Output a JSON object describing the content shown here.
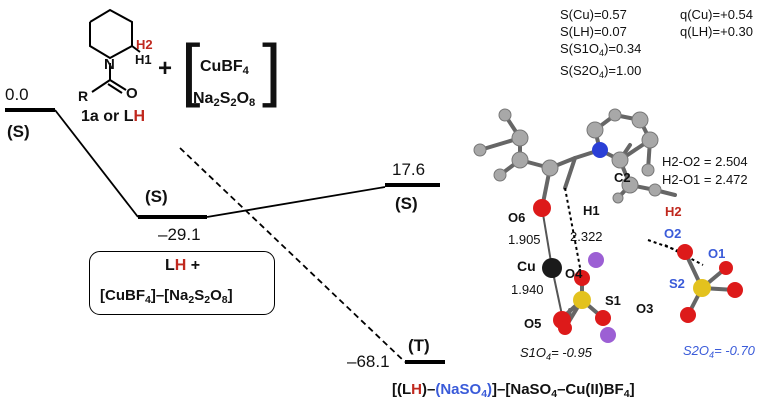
{
  "energy_levels": {
    "start_value": "0.0",
    "start_state": "(S)",
    "complex_value": "–29.1",
    "complex_state": "(S)",
    "ts_value": "17.6",
    "ts_state": "(S)",
    "product_value": "–68.1",
    "product_state": "(T)"
  },
  "reactants": {
    "h2_label": "H2",
    "h1_label": "H1",
    "n_label": "N",
    "o_label": "O",
    "r_label": "R",
    "compound_prefix": "1a or L",
    "compound_h": "H",
    "plus": "+",
    "bracket_left": "[",
    "bracket_right": "]",
    "cu_salt": "CuBF",
    "cu_salt_sub": "4",
    "na_salt_a": "Na",
    "na_salt_sub1": "2",
    "na_salt_b": "S",
    "na_salt_sub2": "2",
    "na_salt_c": "O",
    "na_salt_sub3": "8"
  },
  "complex_box": {
    "line1_l": "L",
    "line1_h": "H",
    "line1_plus": " +",
    "line2_a": "[CuBF",
    "line2_sub1": "4",
    "line2_b": "]–[Na",
    "line2_sub2": "2",
    "line2_c": "S",
    "line2_sub3": "2",
    "line2_d": "O",
    "line2_sub4": "8",
    "line2_e": "]"
  },
  "spin_data": {
    "s_cu": "S(Cu)=0.57",
    "s_lh": "S(LH)=0.07",
    "s_s1o4_a": "S(S1O",
    "s_s1o4_sub": "4",
    "s_s1o4_b": ")=0.34",
    "s_s2o4_a": "S(S2O",
    "s_s2o4_sub": "4",
    "s_s2o4_b": ")=1.00",
    "q_cu": "q(Cu)=+0.54",
    "q_lh": "q(LH)=+0.30"
  },
  "distances": {
    "h2_o2": "H2-O2 = 2.504",
    "h2_o1": "H2-O1 = 2.472",
    "cu_o6": "1.905",
    "h1_o4": "2.322",
    "cu_o5": "1.940"
  },
  "atom_labels": {
    "c2": "C2",
    "o6": "O6",
    "h1": "H1",
    "h2": "H2",
    "o2": "O2",
    "o1": "O1",
    "s2": "S2",
    "cu": "Cu",
    "o4": "O4",
    "s1": "S1",
    "o3": "O3",
    "o5": "O5"
  },
  "spin_annotations": {
    "s1o4_a": "S1O",
    "s1o4_sub": "4",
    "s1o4_b": "= -0.95",
    "s2o4_a": "S2O",
    "s2o4_sub": "4",
    "s2o4_b": "= -0.70"
  },
  "product_formula": {
    "p1": "[(L",
    "p2": "H",
    "p3": ")–",
    "p4": "(NaSO",
    "p5": "4",
    "p6": ")",
    "p7": "]–[NaSO",
    "p8": "4",
    "p9": "–Cu(II)BF",
    "p10": "4",
    "p11": "]"
  },
  "colors": {
    "highlight_red": "#c0281e",
    "highlight_blue": "#3a5bd9",
    "oxygen": "#dd1a1a",
    "sulfur": "#e3c21e",
    "nitrogen": "#2a3fd6",
    "sodium": "#9c5fd4",
    "copper": "#1a1a1a",
    "carbon": "#a8a8a8"
  }
}
